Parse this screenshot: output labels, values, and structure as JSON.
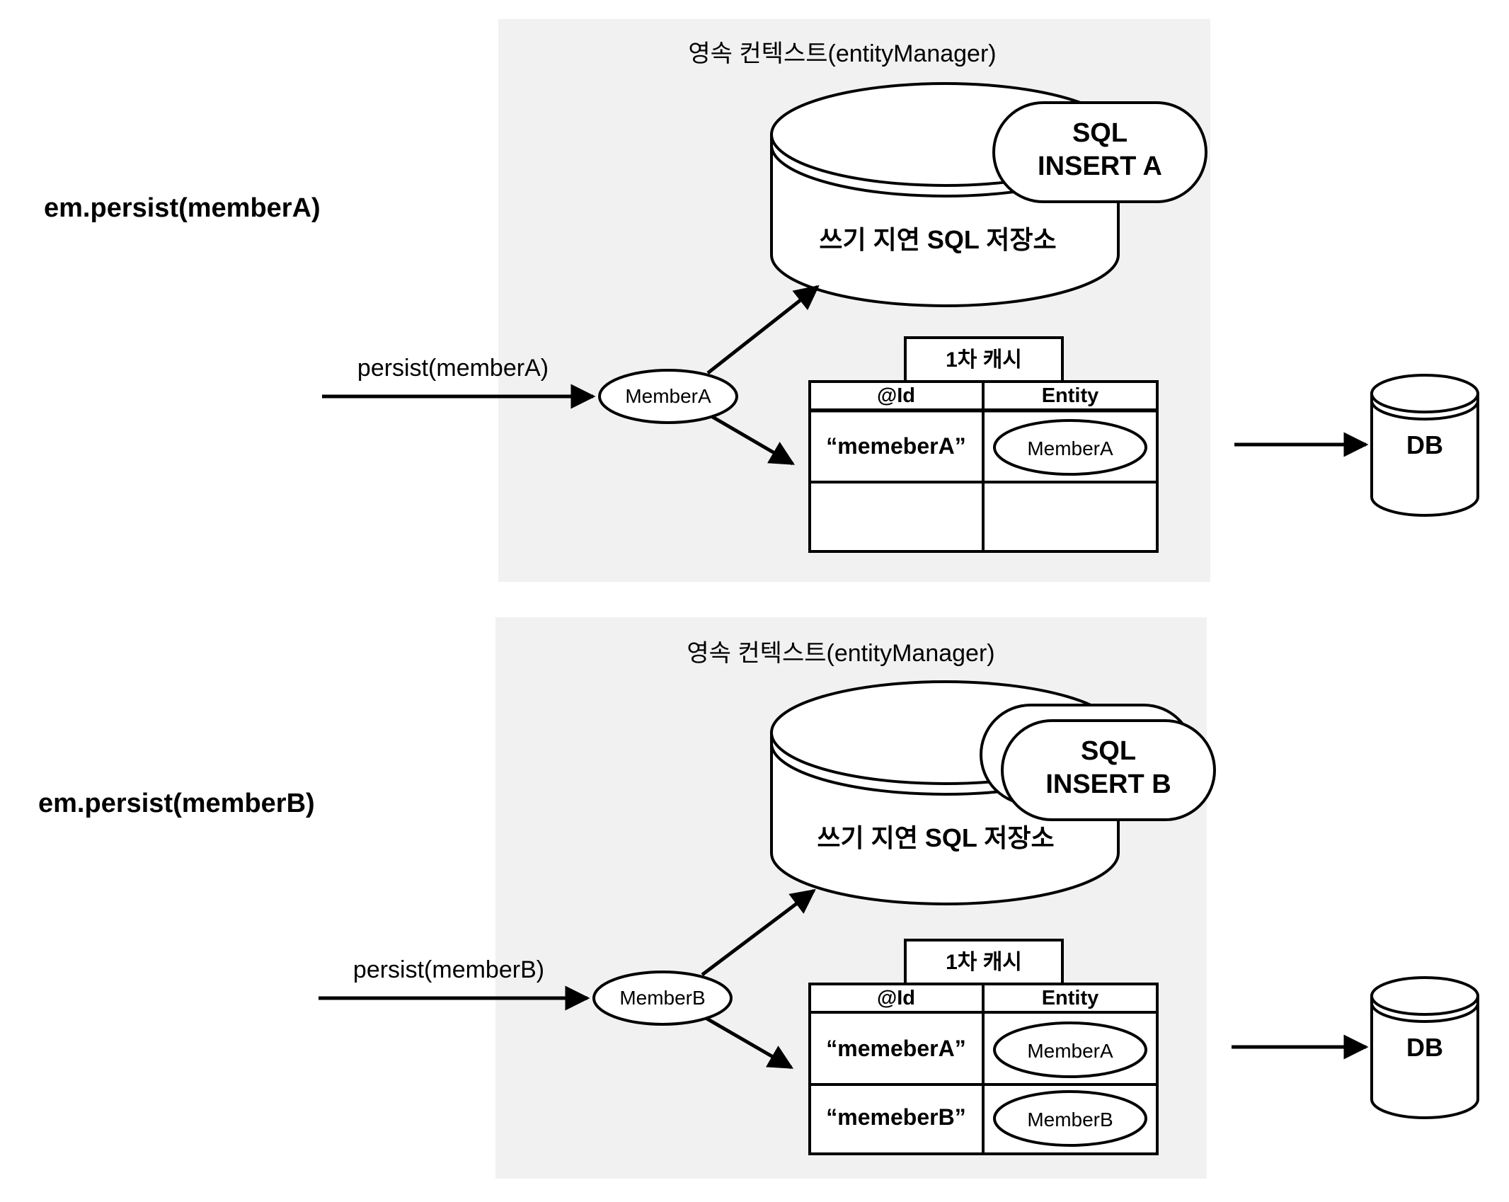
{
  "meta": {
    "diagram_title": "JPA persistence context write-behind SQL store diagram",
    "panel_bg": "#f1f1f1",
    "stroke": "#000000"
  },
  "panels": [
    {
      "id": "panel-a",
      "callout": "em.persist(memberA)",
      "context_title": "영속 컨텍스트(entityManager)",
      "store_label": "쓰기 지연 SQL 저장소",
      "sql_pills": [
        {
          "line1": "SQL",
          "line2": "INSERT A"
        }
      ],
      "arrow_label": "persist(memberA)",
      "entity_node": "MemberA",
      "cache": {
        "tab_label": "1차 캐시",
        "columns": [
          "@Id",
          "Entity"
        ],
        "rows": [
          {
            "id": "“memeberA”",
            "entity": "MemberA"
          },
          {
            "id": "",
            "entity": ""
          }
        ]
      },
      "db_label": "DB"
    },
    {
      "id": "panel-b",
      "callout": "em.persist(memberB)",
      "context_title": "영속 컨텍스트(entityManager)",
      "store_label": "쓰기 지연 SQL 저장소",
      "sql_pills": [
        {
          "line1": "",
          "line2": ""
        },
        {
          "line1": "SQL",
          "line2": "INSERT B"
        }
      ],
      "arrow_label": "persist(memberB)",
      "entity_node": "MemberB",
      "cache": {
        "tab_label": "1차 캐시",
        "columns": [
          "@Id",
          "Entity"
        ],
        "rows": [
          {
            "id": "“memeberA”",
            "entity": "MemberA"
          },
          {
            "id": "“memeberB”",
            "entity": "MemberB"
          }
        ]
      },
      "db_label": "DB"
    }
  ]
}
